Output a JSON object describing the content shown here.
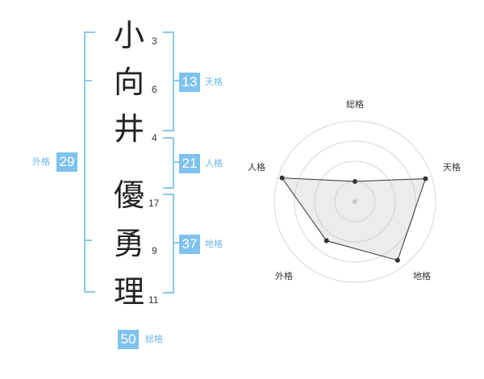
{
  "name": {
    "chars": [
      {
        "char": "小",
        "strokes": "3"
      },
      {
        "char": "向",
        "strokes": "6"
      },
      {
        "char": "井",
        "strokes": "4"
      },
      {
        "char": "優",
        "strokes": "17"
      },
      {
        "char": "勇",
        "strokes": "9"
      },
      {
        "char": "理",
        "strokes": "11"
      }
    ]
  },
  "fortunes": {
    "tenkaku": {
      "value": "13",
      "label": "天格"
    },
    "jinkaku": {
      "value": "21",
      "label": "人格"
    },
    "chikaku": {
      "value": "37",
      "label": "地格"
    },
    "gaikaku": {
      "value": "29",
      "label": "外格"
    },
    "soukaku": {
      "value": "50",
      "label": "総格"
    }
  },
  "colors": {
    "accent": "#7ec2ee",
    "bracket": "#8cc8ec"
  },
  "chart_data": {
    "type": "radar",
    "axes": [
      "総格",
      "天格",
      "地格",
      "外格",
      "人格"
    ],
    "values": [
      0.25,
      0.92,
      0.9,
      0.6,
      0.95
    ],
    "scale": [
      0,
      1
    ],
    "rings": 4
  }
}
